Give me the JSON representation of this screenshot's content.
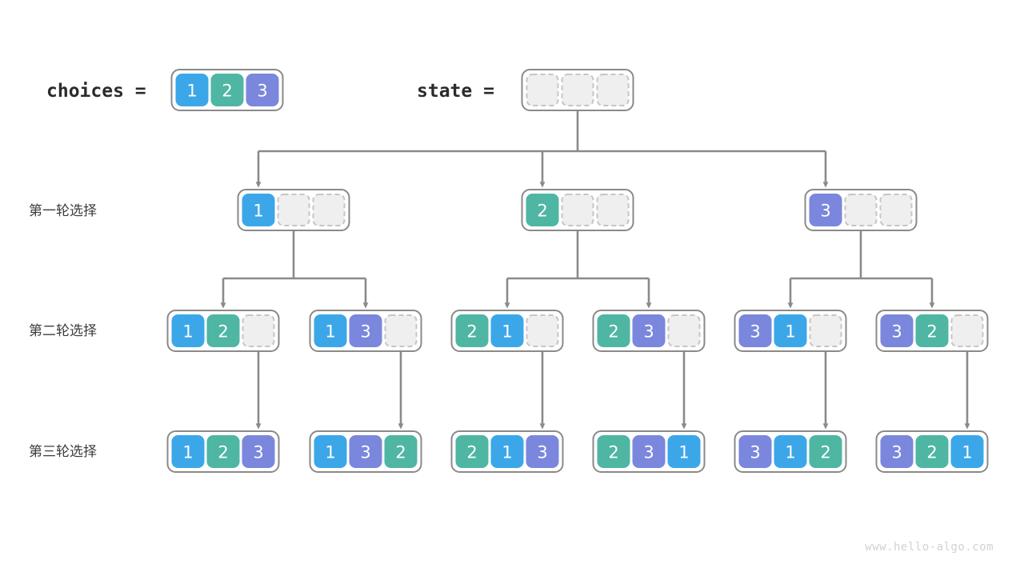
{
  "page": {
    "background": "#ffffff",
    "watermark": "www.hello-algo.com"
  },
  "palette": {
    "blue": "#3BA7E8",
    "green": "#4EB6A3",
    "purple": "#7A87DC",
    "empty_fill": "#efefef",
    "empty_stroke": "#c6c6c6",
    "group_stroke": "#8a8a8a",
    "link_stroke": "#8a8a8a",
    "text_dark": "#2b2b2b",
    "label_dark": "#3c3c3c",
    "watermark_gray": "#d2d2d2"
  },
  "header": {
    "choices_label": "choices  =",
    "choices_values": [
      "1",
      "2",
      "3"
    ],
    "state_label": "state  =",
    "state_values": [
      "",
      "",
      ""
    ]
  },
  "row_labels": [
    "第一轮选择",
    "第二轮选择",
    "第三轮选择"
  ],
  "levels": [
    {
      "label": "第一轮选择",
      "nodes": [
        {
          "cells": [
            "1",
            "",
            ""
          ]
        },
        {
          "cells": [
            "2",
            "",
            ""
          ]
        },
        {
          "cells": [
            "3",
            "",
            ""
          ]
        }
      ]
    },
    {
      "label": "第二轮选择",
      "nodes": [
        {
          "cells": [
            "1",
            "2",
            ""
          ]
        },
        {
          "cells": [
            "1",
            "3",
            ""
          ]
        },
        {
          "cells": [
            "2",
            "1",
            ""
          ]
        },
        {
          "cells": [
            "2",
            "3",
            ""
          ]
        },
        {
          "cells": [
            "3",
            "1",
            ""
          ]
        },
        {
          "cells": [
            "3",
            "2",
            ""
          ]
        }
      ]
    },
    {
      "label": "第三轮选择",
      "nodes": [
        {
          "cells": [
            "1",
            "2",
            "3"
          ]
        },
        {
          "cells": [
            "1",
            "3",
            "2"
          ]
        },
        {
          "cells": [
            "2",
            "1",
            "3"
          ]
        },
        {
          "cells": [
            "2",
            "3",
            "1"
          ]
        },
        {
          "cells": [
            "3",
            "1",
            "2"
          ]
        },
        {
          "cells": [
            "3",
            "2",
            "1"
          ]
        }
      ]
    }
  ]
}
